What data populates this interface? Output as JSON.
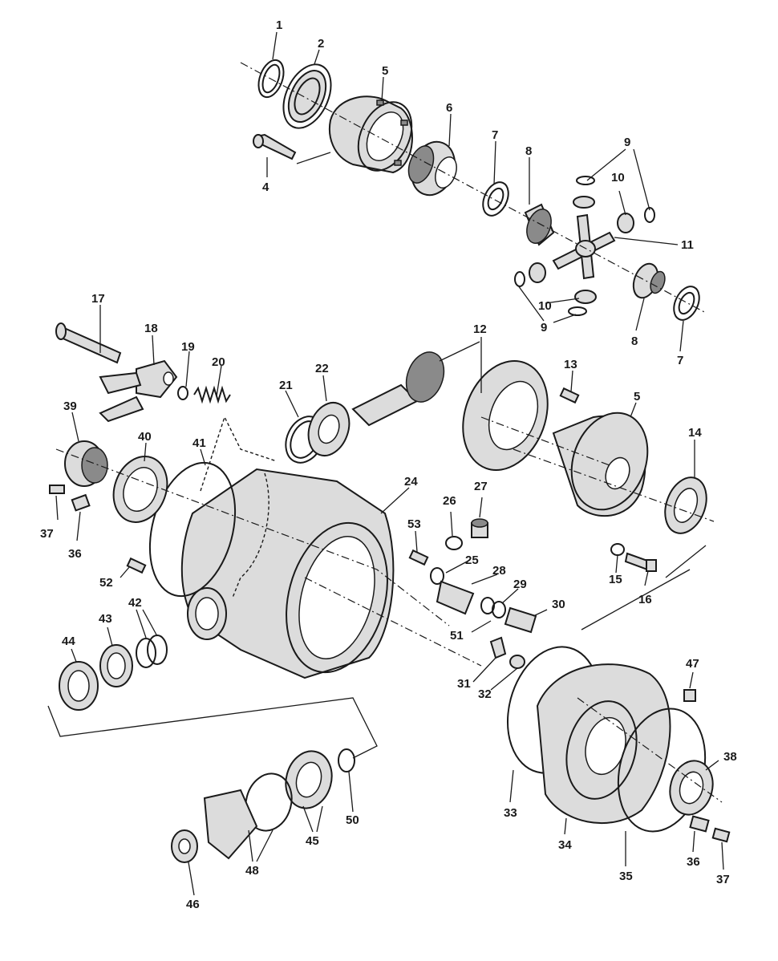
{
  "labels": {
    "p1": "1",
    "p2": "2",
    "p5a": "5",
    "p4": "4",
    "p6": "6",
    "p7a": "7",
    "p8a": "8",
    "p9a": "9",
    "p10a": "10",
    "p11": "11",
    "p10b": "10",
    "p9b": "9",
    "p8b": "8",
    "p7b": "7",
    "p17": "17",
    "p18": "18",
    "p19": "19",
    "p20": "20",
    "p21": "21",
    "p22": "22",
    "p12": "12",
    "p13": "13",
    "p5b": "5",
    "p14": "14",
    "p39": "39",
    "p40": "40",
    "p41": "41",
    "p24": "24",
    "p26": "26",
    "p27": "27",
    "p53": "53",
    "p25": "25",
    "p28": "28",
    "p29": "29",
    "p30": "30",
    "p37a": "37",
    "p36a": "36",
    "p52": "52",
    "p15": "15",
    "p16": "16",
    "p42": "42",
    "p43": "43",
    "p44": "44",
    "p51": "51",
    "p31": "31",
    "p32": "32",
    "p47": "47",
    "p38": "38",
    "p50": "50",
    "p45": "45",
    "p48": "48",
    "p46": "46",
    "p33": "33",
    "p34": "34",
    "p35": "35",
    "p36b": "36",
    "p37b": "37"
  }
}
